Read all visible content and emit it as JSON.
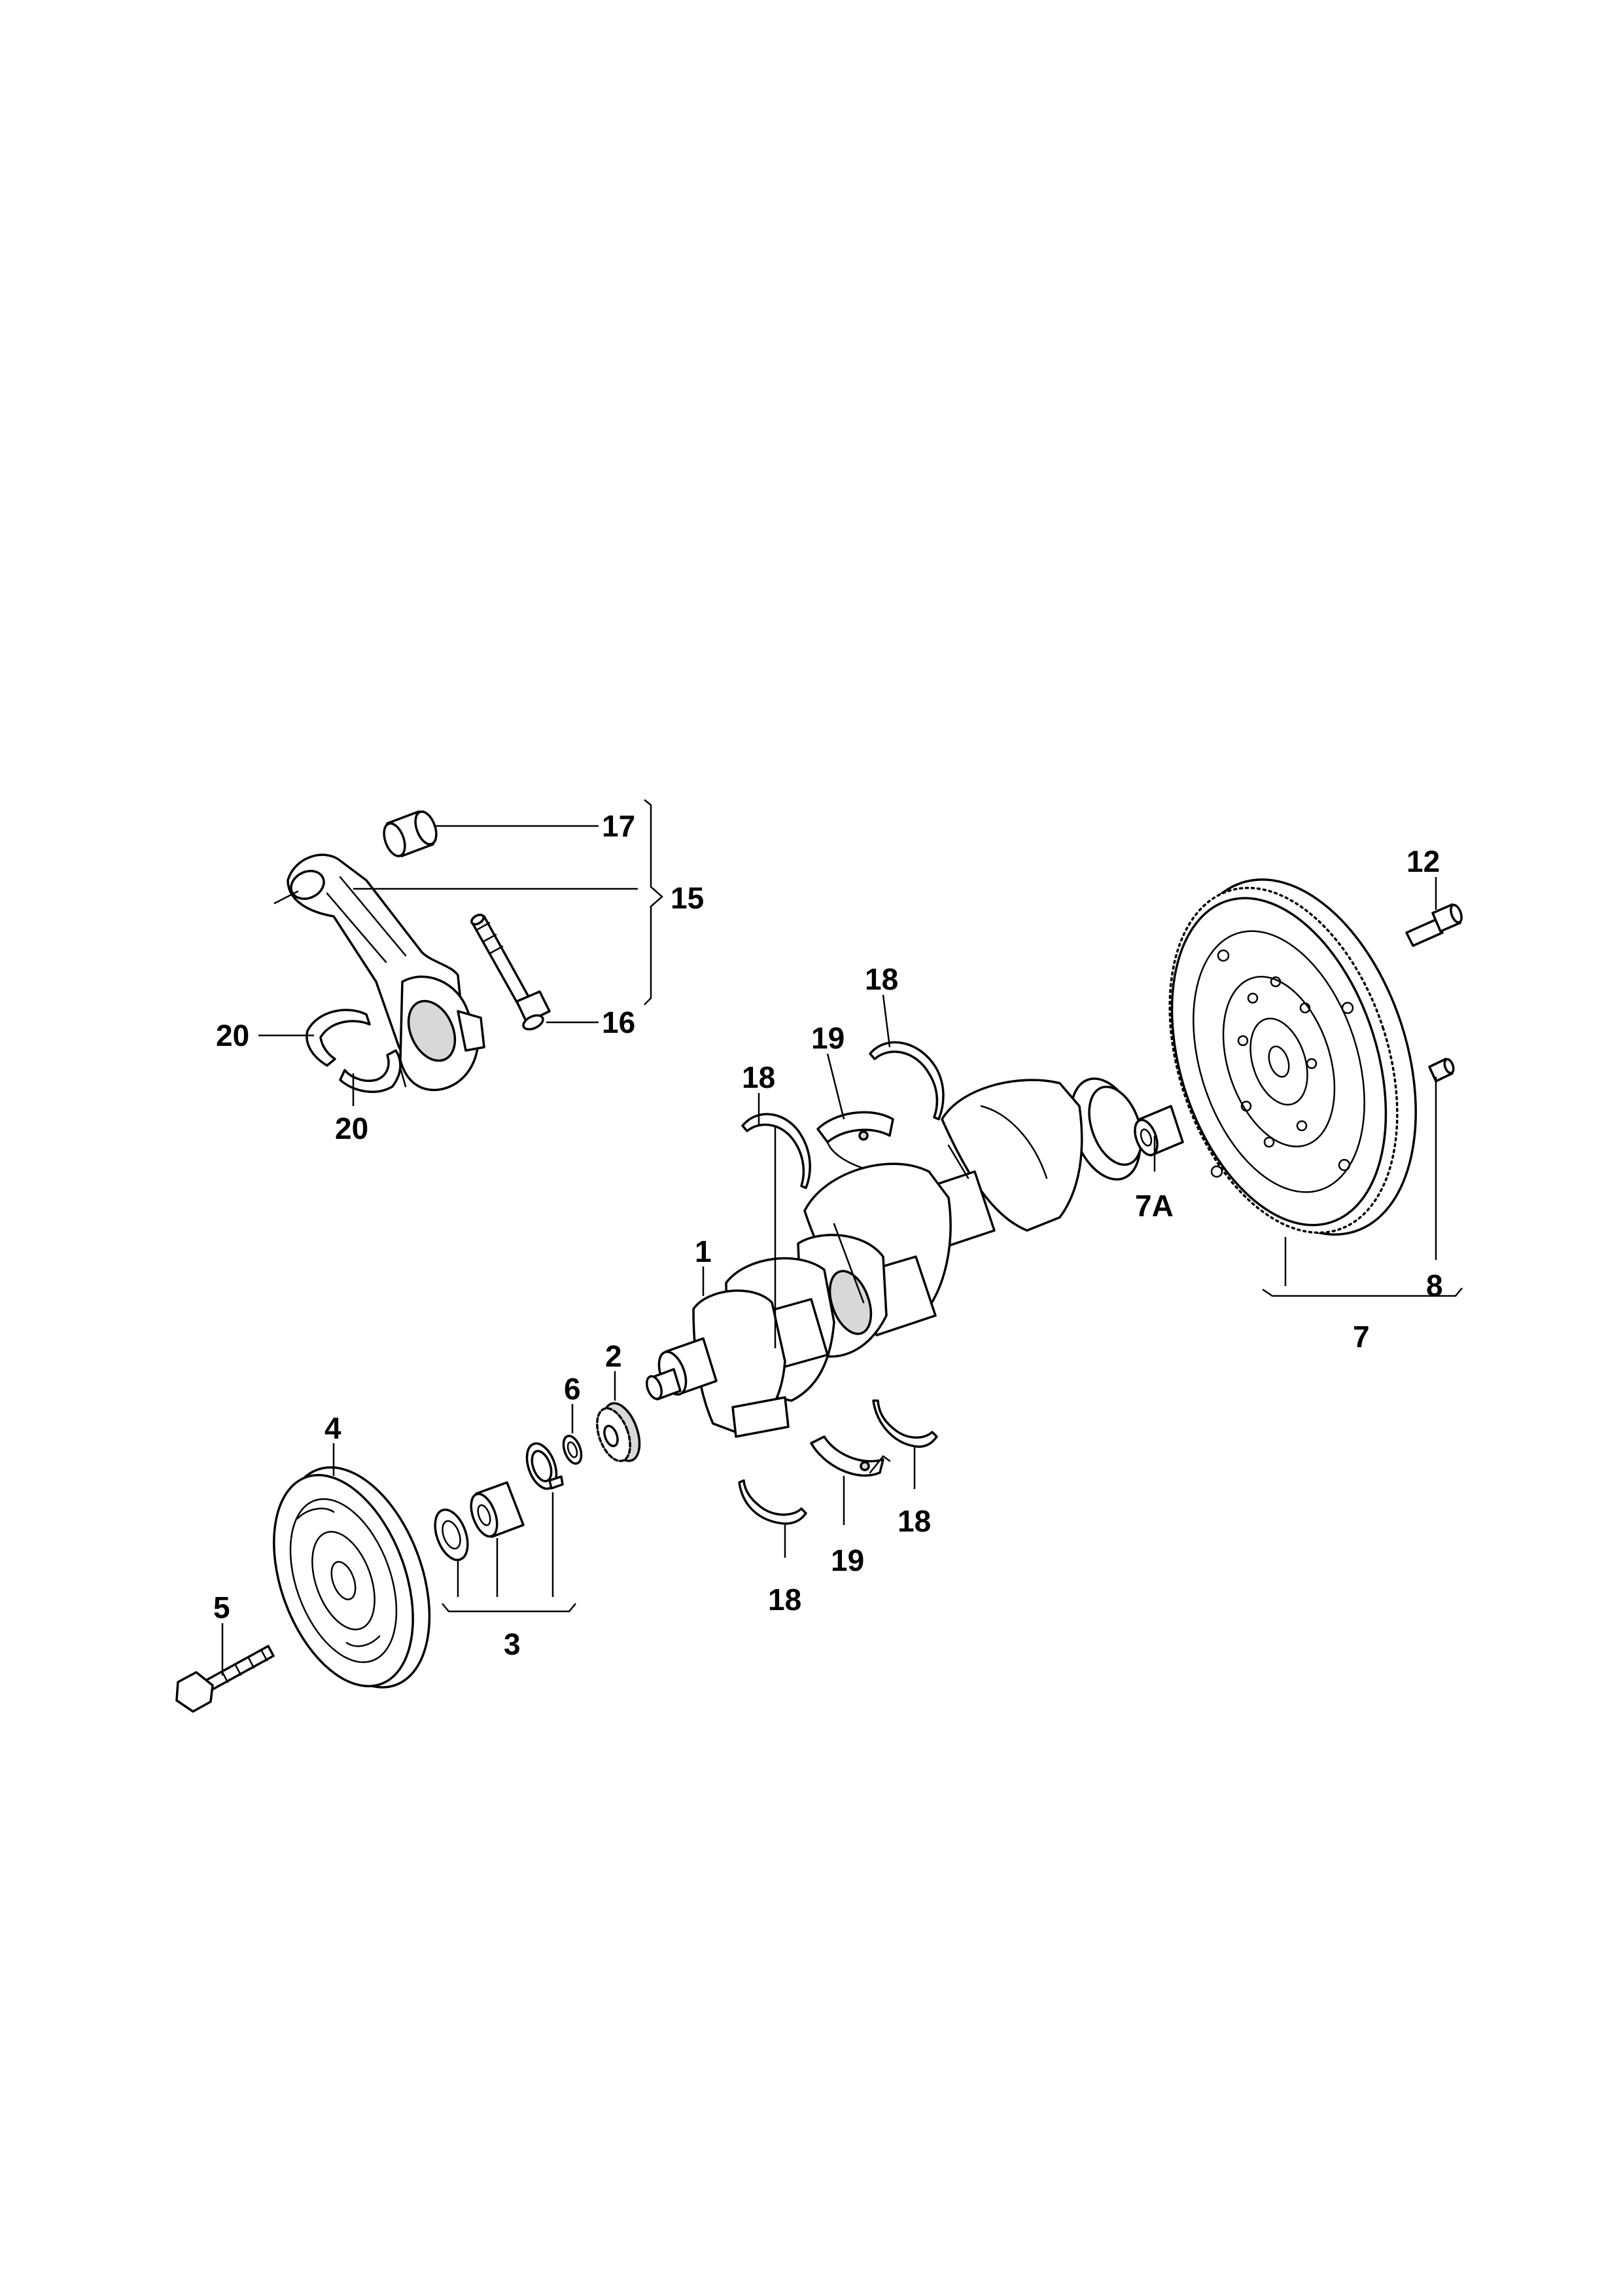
{
  "callouts": {
    "c1": "1",
    "c2": "2",
    "c3": "3",
    "c4": "4",
    "c5": "5",
    "c6": "6",
    "c7": "7",
    "c7a": "7A",
    "c8": "8",
    "c12": "12",
    "c15": "15",
    "c16": "16",
    "c17": "17",
    "c18a": "18",
    "c18b": "18",
    "c18c": "18",
    "c18d": "18",
    "c19a": "19",
    "c19b": "19",
    "c20a": "20",
    "c20b": "20"
  }
}
